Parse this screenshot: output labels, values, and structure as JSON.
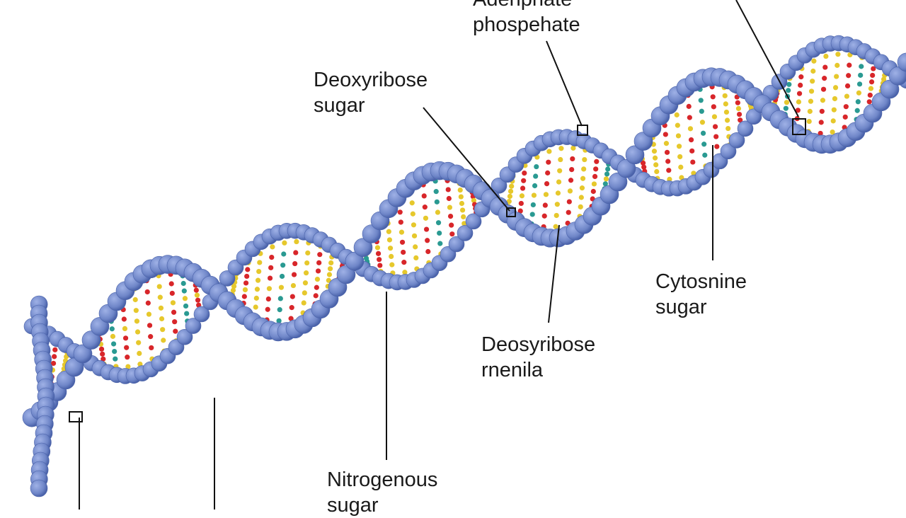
{
  "labels": {
    "top_cut": {
      "line1": "Adenphate",
      "line2": "phospehate"
    },
    "deoxyribose_sugar": {
      "line1": "Deoxyribose",
      "line2": "sugar"
    },
    "cytosine_sugar": {
      "line1": "Cytosnine",
      "line2": "sugar"
    },
    "deoxyribose_menila": {
      "line1": "Deosyribose",
      "line2": "rnenila"
    },
    "nitrogenous_sugar": {
      "line1": "Nitrogenous",
      "line2": "sugar"
    }
  },
  "colors": {
    "backbone": "#6f86c8",
    "backbone_dark": "#4b63aa",
    "base_red": "#d8262a",
    "base_yellow": "#e6c82c",
    "base_teal": "#2a9a92",
    "leader_line": "#111111"
  }
}
